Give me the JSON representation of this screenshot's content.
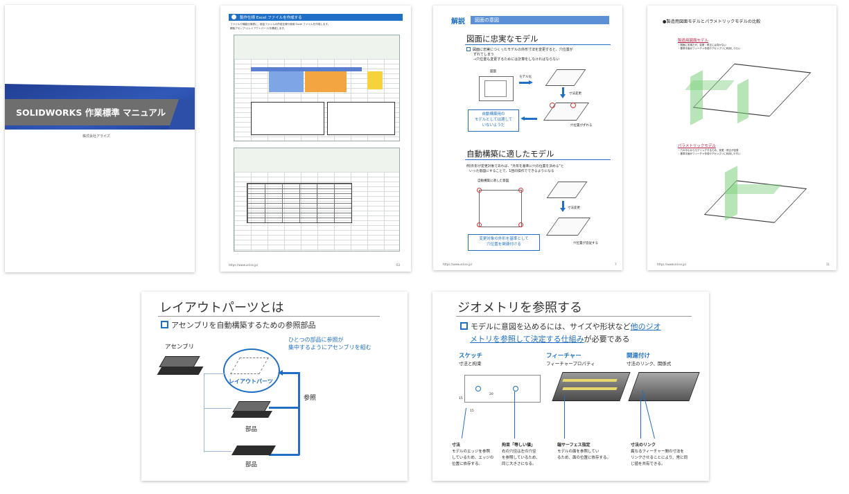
{
  "cover": {
    "title": "SOLIDWORKS 作業標準 マニュアル",
    "company": "株式会社アライズ"
  },
  "page63": {
    "heading": "製作仕様 Excel ファイルを作成する",
    "intro1": "ファイルや機能仕様書に、部品ファイルの作成仕様や使用 Excel ファイルを作成します。",
    "intro2": "鋼板アセンブリ(レイアウトパーツ)を構成します。",
    "footer_url": "https://www.ariise.jp/",
    "footer_page": "63"
  },
  "page7": {
    "badge": "解説",
    "section": "図面の意図",
    "h1": "図面に忠実なモデル",
    "b1a": "図面に忠実につくったモデルの外形寸法を変更すると、穴位置が",
    "b1b": "ずれてしまう",
    "b1c": "→穴位置も変更するためには計算をしなければならない",
    "lbl_zumen": "図面",
    "lbl_modelka": "モデル化",
    "lbl_sunpo": "寸法変更",
    "lbl_zure": "穴位置がずれる",
    "callout1a": "自動構築用の",
    "callout1b": "モデルとしては適して",
    "callout1c": "いないようだ",
    "h2": "自動構築に適したモデル",
    "b2a": "例)外形が変更対象であれば、\"外形を基準に穴の位置を決める\"と",
    "b2b": "いった意図にすることで、1回の操作でできるようになる",
    "lbl_tekishita": "自動構築に適した意図",
    "lbl_sunpo2": "寸法変更",
    "lbl_tsuijuu": "穴位置が追従する",
    "callout2a": "変更対象の外形を基準として",
    "callout2b": "穴位置を関連付ける",
    "footer_url": "https://www.ariise.jp/",
    "footer_page": "7"
  },
  "page11": {
    "title": "●製造用図面モデルとパラメトリックモデルの比較",
    "m1": "製造用図面モデル",
    "m1a": "・図面に忠実だが、変更・修正には向かない",
    "m1b": "・基準平面がフィーチャ作成やアセンブリに利用しづらい",
    "m2": "パラメトリックモデル",
    "m2a": "・穴の中心からモデリングするため、変更・修正が容易",
    "m2b": "・基準平面がフィーチャ作成やアセンブリに利用しやすい",
    "footer_url": "https://www.ariise.jp/",
    "footer_page": "11"
  },
  "slide1": {
    "title": "レイアウトパーツとは",
    "subtitle": "アセンブリを自動構築するための参照部品",
    "assembly": "アセンブリ",
    "note1": "ひとつの部品に参照が",
    "note2": "集中するようにアセンブリを組む",
    "layout": "レイアウトパーツ",
    "ref": "参照",
    "part1": "部品",
    "part2": "部品"
  },
  "slide2": {
    "title": "ジオメトリを参照する",
    "line1a": "モデルに意図を込めるには、サイズや形状など",
    "line1b": "他のジオ",
    "line2a": "メトリを参照して決定する仕組み",
    "line2b": "が必要である",
    "col1_title": "スケッチ",
    "col1_sub": "寸法と拘束",
    "col2_title": "フィーチャー",
    "col2_sub": "フィーチャープロパティ",
    "col3_title": "関連付け",
    "col3_sub": "寸法のリンク、関係式",
    "c1_label": "寸法",
    "c1_text1": "モデルのエッジを参照",
    "c1_text2": "しているため、エッジの",
    "c1_text3": "位置に依存する。",
    "c2_label": "拘束「等しい値」",
    "c2_text1": "右の穴径は左の穴径",
    "c2_text2": "を参照しているため、",
    "c2_text3": "同じ大きさになる。",
    "c3_label": "端サーフェス指定",
    "c3_text1": "モデルの面を参照してい",
    "c3_text2": "るため、面の位置に依存する。",
    "c4_label": "寸法のリンク",
    "c4_text1": "異なるフィーチャー間の寸法を",
    "c4_text2": "リンクさせることにより、常に同",
    "c4_text3": "じ値を共有できる。",
    "dim15a": "15",
    "dim15b": "15",
    "dim20": "20"
  },
  "colors": {
    "accent_blue": "#1f6fc6",
    "cover_band": "#6b6b6b",
    "cover_blue": "#2d4fa8",
    "green_plane": "#7ccf7c"
  }
}
